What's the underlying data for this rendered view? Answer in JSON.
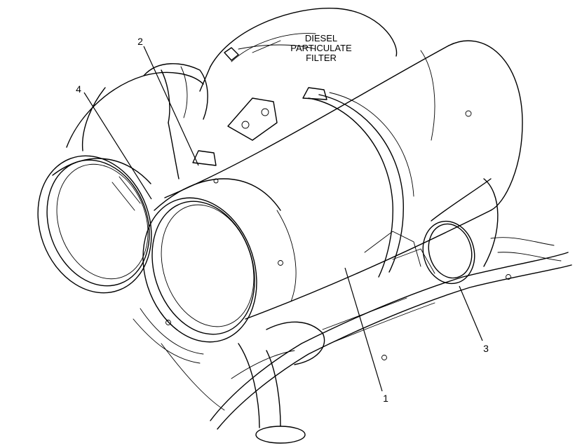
{
  "diagram": {
    "heading_lines": [
      "DIESEL",
      "PARTICULATE",
      "FILTER"
    ],
    "callouts": {
      "c1": "1",
      "c2": "2",
      "c3": "3",
      "c4": "4"
    },
    "colors": {
      "ink": "#000000",
      "paper": "#ffffff"
    }
  }
}
